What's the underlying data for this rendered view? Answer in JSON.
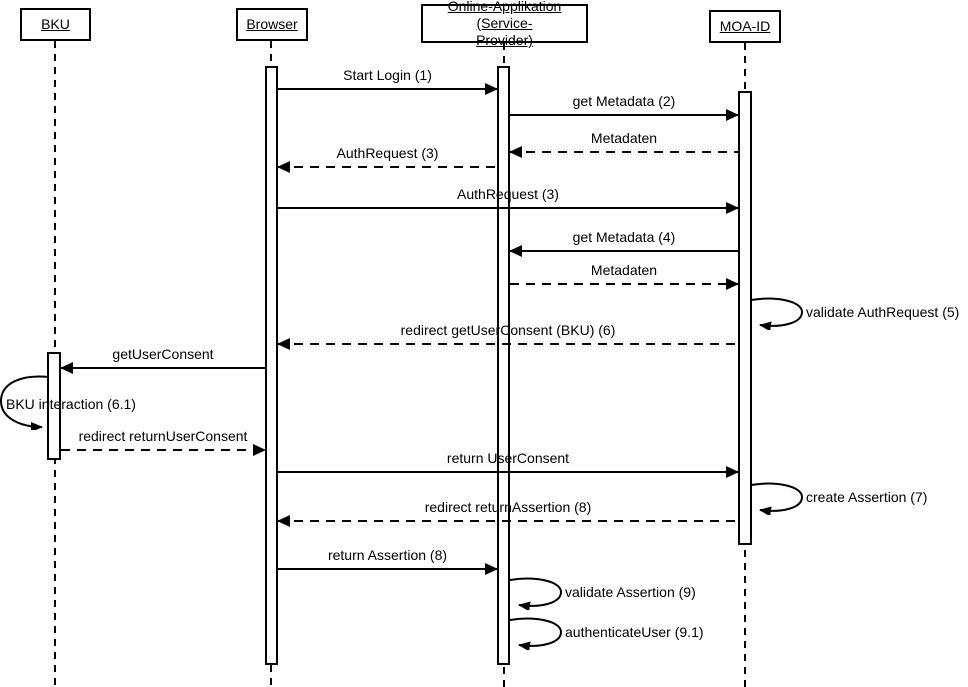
{
  "diagram_type": "uml-sequence-diagram",
  "colors": {
    "line": "#000000",
    "background": "#ffffff"
  },
  "actors": [
    {
      "label": "BKU"
    },
    {
      "label": "Browser"
    },
    {
      "label": "Online-Applikation (Service-\nProvider)"
    },
    {
      "label": "MOA-ID"
    }
  ],
  "messages": [
    {
      "label": "Start Login (1)",
      "from": "Browser",
      "to": "Online-Applikation",
      "line": "solid",
      "direction": "right"
    },
    {
      "label": "get Metadata (2)",
      "from": "Online-Applikation",
      "to": "MOA-ID",
      "line": "solid",
      "direction": "right"
    },
    {
      "label": "Metadaten",
      "from": "MOA-ID",
      "to": "Online-Applikation",
      "line": "dashed",
      "direction": "left"
    },
    {
      "label": "AuthRequest (3)",
      "from": "Online-Applikation",
      "to": "Browser",
      "line": "dashed",
      "direction": "left"
    },
    {
      "label": "AuthRequest (3)",
      "from": "Browser",
      "to": "MOA-ID",
      "line": "solid",
      "direction": "right"
    },
    {
      "label": "get Metadata (4)",
      "from": "MOA-ID",
      "to": "Online-Applikation",
      "line": "solid",
      "direction": "left"
    },
    {
      "label": "Metadaten",
      "from": "Online-Applikation",
      "to": "MOA-ID",
      "line": "dashed",
      "direction": "right"
    },
    {
      "label": "redirect getUserConsent (BKU) (6)",
      "from": "MOA-ID",
      "to": "Browser",
      "line": "dashed",
      "direction": "left"
    },
    {
      "label": "getUserConsent",
      "from": "Browser",
      "to": "BKU",
      "line": "solid",
      "direction": "left"
    },
    {
      "label": "redirect returnUserConsent",
      "from": "BKU",
      "to": "Browser",
      "line": "dashed",
      "direction": "right"
    },
    {
      "label": "return UserConsent",
      "from": "Browser",
      "to": "MOA-ID",
      "line": "solid",
      "direction": "right"
    },
    {
      "label": "redirect returnAssertion (8)",
      "from": "MOA-ID",
      "to": "Browser",
      "line": "dashed",
      "direction": "left"
    },
    {
      "label": "return Assertion (8)",
      "from": "Browser",
      "to": "Online-Applikation",
      "line": "solid",
      "direction": "right"
    }
  ],
  "self_messages": [
    {
      "label": "validate AuthRequest (5)",
      "on": "MOA-ID"
    },
    {
      "label": "BKU interaction (6.1)",
      "on": "BKU"
    },
    {
      "label": "create Assertion (7)",
      "on": "MOA-ID"
    },
    {
      "label": "validate Assertion (9)",
      "on": "Online-Applikation"
    },
    {
      "label": "authenticateUser (9.1)",
      "on": "Online-Applikation"
    }
  ]
}
